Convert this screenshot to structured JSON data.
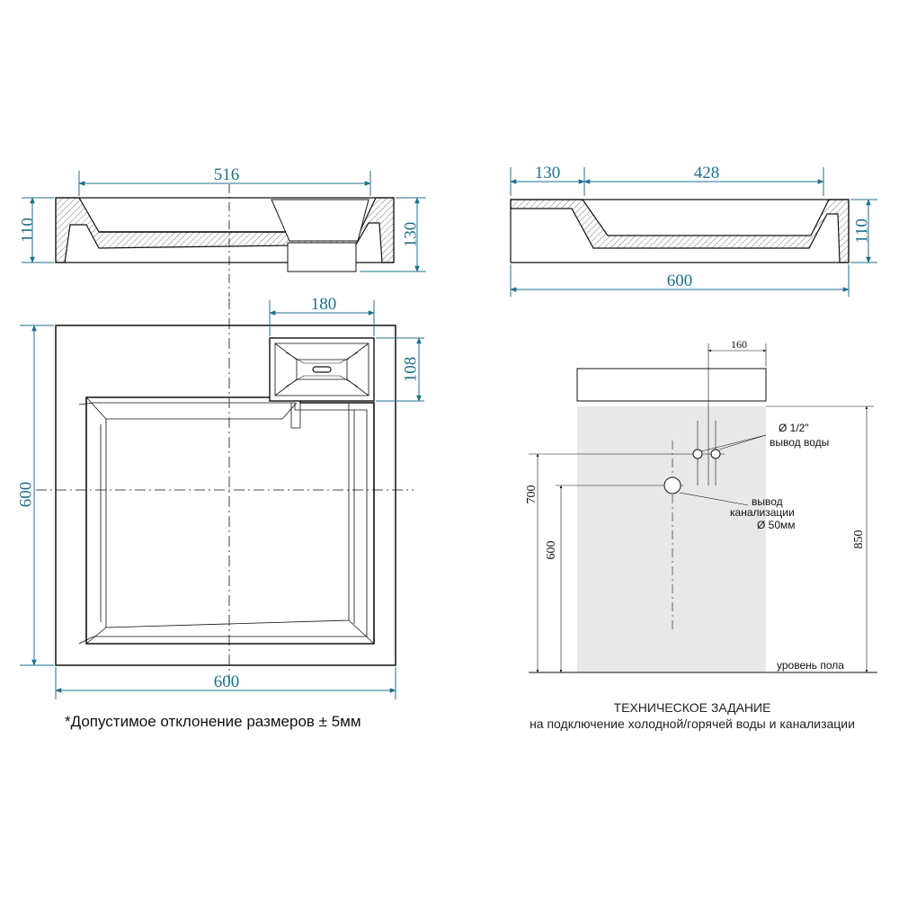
{
  "colors": {
    "dimension": "#1f6f8b",
    "outline": "#111111",
    "wall_fill": "#e5e5e5"
  },
  "front_section": {
    "width_label": "516",
    "height_left_label": "110",
    "height_right_label": "130"
  },
  "side_section": {
    "left_label": "130",
    "right_label": "428",
    "total_label": "600",
    "height_label": "110"
  },
  "plan": {
    "drain_width_label": "180",
    "drain_height_label": "108",
    "height_label": "600",
    "width_label": "600"
  },
  "tolerance_note": "*Допустимое отклонение размеров ± 5мм",
  "install": {
    "offset_label": "160",
    "water_pipe_label_1": "Ø 1/2\"",
    "water_pipe_label_2": "вывод воды",
    "drain_label_1": "вывод",
    "drain_label_2": "канализации",
    "drain_label_3": "Ø 50мм",
    "h700": "700",
    "h600": "600",
    "h850": "850",
    "floor_label": "уровень пола",
    "title_1": "ТЕХНИЧЕСКОЕ ЗАДАНИЕ",
    "title_2": "на подключение холодной/горячей воды и канализации"
  }
}
